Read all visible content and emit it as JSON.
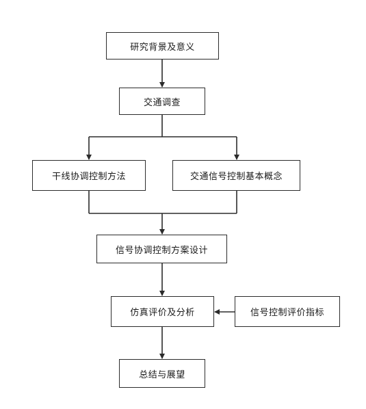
{
  "nodes": {
    "background": "研究背景及意义",
    "survey": "交通调查",
    "arterial": "干线协调控制方法",
    "concepts": "交通信号控制基本概念",
    "design": "信号协调控制方案设计",
    "simulation": "仿真评价及分析",
    "indicators": "信号控制评价指标",
    "summary": "总结与展望"
  },
  "edges": [
    {
      "from": "background",
      "to": "survey"
    },
    {
      "from": "survey",
      "to": "arterial"
    },
    {
      "from": "survey",
      "to": "concepts"
    },
    {
      "from": "arterial",
      "to": "design"
    },
    {
      "from": "concepts",
      "to": "design"
    },
    {
      "from": "design",
      "to": "simulation"
    },
    {
      "from": "indicators",
      "to": "simulation"
    },
    {
      "from": "simulation",
      "to": "summary"
    }
  ],
  "colors": {
    "line": "#2b2b2b",
    "box_border": "#2b2b2b",
    "box_fill": "#ffffff",
    "text": "#1a1a1a"
  }
}
